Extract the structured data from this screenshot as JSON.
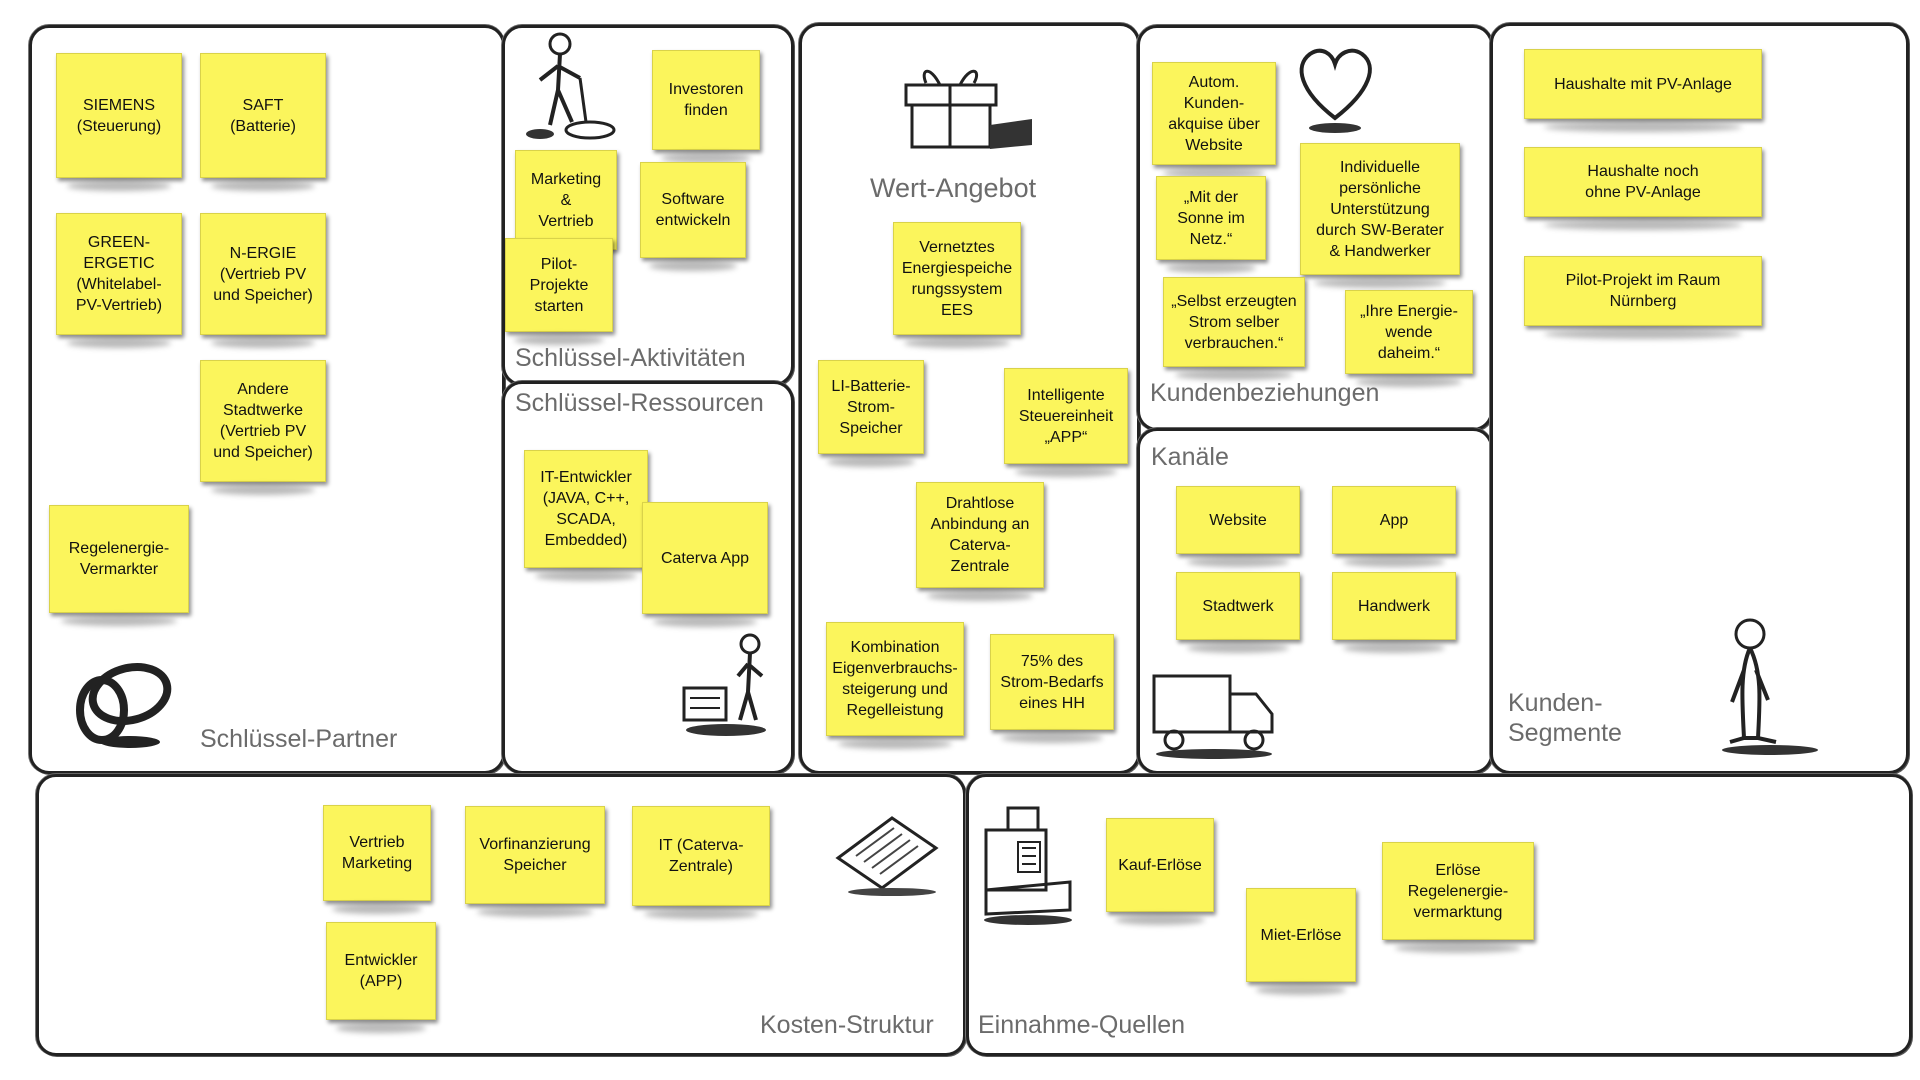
{
  "colors": {
    "note": "#fbf55c",
    "border": "#222222",
    "title": "#6b6b6b"
  },
  "sections": {
    "partner": {
      "title": "Schlüssel-Partner",
      "notes": [
        "SIEMENS\n(Steuerung)",
        "SAFT\n(Batterie)",
        "GREEN-\nERGETIC\n(Whitelabel-\nPV-Vertrieb)",
        "N-ERGIE\n(Vertrieb PV\nund Speicher)",
        "Andere\nStadtwerke\n(Vertrieb PV\nund Speicher)",
        "Regelenergie-\nVermarkter"
      ]
    },
    "activities": {
      "title": "Schlüssel-Aktivitäten",
      "notes": [
        "Investoren\nfinden",
        "Marketing\n&\nVertrieb",
        "Software\nentwickeln",
        "Pilot-\nProjekte\nstarten"
      ]
    },
    "resources": {
      "title": "Schlüssel-Ressourcen",
      "notes": [
        "IT-Entwickler\n(JAVA, C++,\nSCADA,\nEmbedded)",
        "Caterva App"
      ]
    },
    "value": {
      "title": "Wert-Angebot",
      "notes": [
        "Vernetztes\nEnergiespeiche\nrungssystem\nEES",
        "LI-Batterie-\nStrom-\nSpeicher",
        "Intelligente\nSteuereinheit\n„APP“",
        "Drahtlose\nAnbindung an\nCaterva-\nZentrale",
        "Kombination\nEigenverbrauchs-\nsteigerung und\nRegelleistung",
        "75% des\nStrom-Bedarfs\neines HH"
      ]
    },
    "relations": {
      "title": "Kundenbeziehungen",
      "notes": [
        "Autom.\nKunden-\nakquise über\nWebsite",
        "„Mit der\nSonne im\nNetz.“",
        "Individuelle\npersönliche\nUnterstützung\ndurch SW-Berater\n& Handwerker",
        "„Selbst erzeugten\nStrom selber\nverbrauchen.“",
        "„Ihre Energie-\nwende\ndaheim.“"
      ]
    },
    "channels": {
      "title": "Kanäle",
      "notes": [
        "Website",
        "App",
        "Stadtwerk",
        "Handwerk"
      ]
    },
    "segments": {
      "title": "Kunden-\nSegmente",
      "notes": [
        "Haushalte mit PV-Anlage",
        "Haushalte noch\nohne PV-Anlage",
        "Pilot-Projekt im Raum\nNürnberg"
      ]
    },
    "costs": {
      "title": "Kosten-Struktur",
      "notes": [
        "Vertrieb\nMarketing",
        "Vorfinanzierung\nSpeicher",
        "IT (Caterva-\nZentrale)",
        "Entwickler\n(APP)"
      ]
    },
    "revenue": {
      "title": "Einnahme-Quellen",
      "notes": [
        "Kauf-Erlöse",
        "Miet-Erlöse",
        "Erlöse\nRegelenergie-\nvermarktung"
      ]
    }
  },
  "icons": [
    "rings-icon",
    "digging-person-icon",
    "forklift-worker-icon",
    "gift-box-icon",
    "heart-icon",
    "truck-icon",
    "standing-person-icon",
    "invoice-papers-icon",
    "cash-register-icon"
  ]
}
